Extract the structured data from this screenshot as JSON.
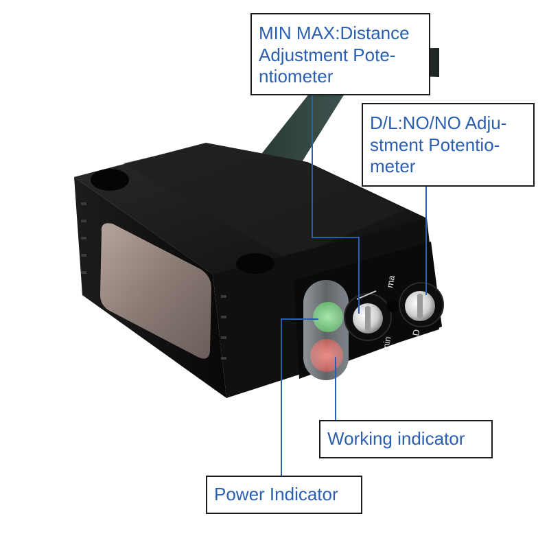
{
  "colors": {
    "accent": "#2a5fb0",
    "body": "#141414",
    "lens": "#8a7a74",
    "green_led": "#3fb84a",
    "red_led": "#c23a32"
  },
  "callouts": {
    "min_max": {
      "lines": [
        "MIN MAX:Distance",
        "Adjustment Pote-",
        "ntiometer"
      ]
    },
    "dl": {
      "lines": [
        "D/L:NO/NO Adju-",
        "stment Potentio-",
        "meter"
      ]
    },
    "working": {
      "label": "Working indicator"
    },
    "power": {
      "label": "Power Indicator"
    }
  },
  "device": {
    "dial_min": "min",
    "dial_max": "ma",
    "dial_d": "D"
  }
}
